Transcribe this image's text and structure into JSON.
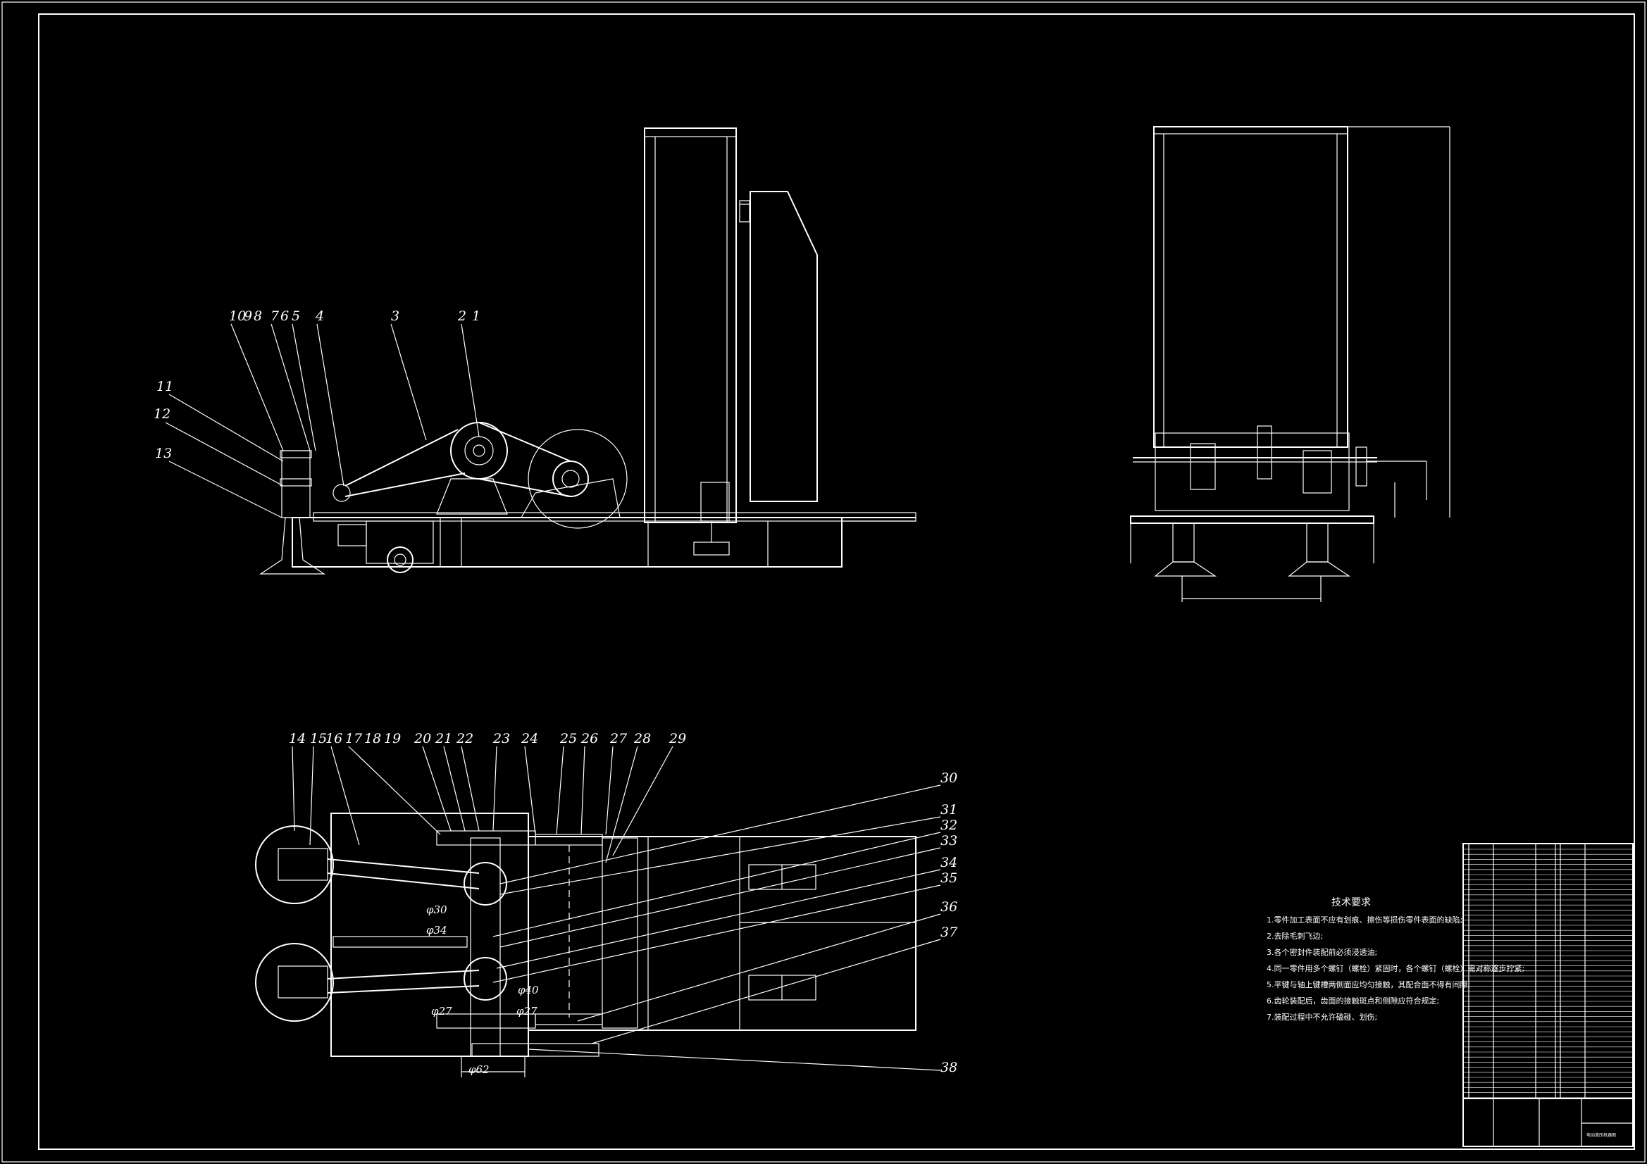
{
  "parts": {
    "side_view": [
      "10",
      "9",
      "8",
      "7",
      "6",
      "5",
      "4",
      "3",
      "2",
      "1",
      "11",
      "12",
      "13"
    ],
    "top_view": [
      "14",
      "15",
      "16",
      "17",
      "18",
      "19",
      "20",
      "21",
      "22",
      "23",
      "24",
      "25",
      "26",
      "27",
      "28",
      "29",
      "30",
      "31",
      "32",
      "33",
      "34",
      "35",
      "36",
      "37",
      "38"
    ]
  },
  "dimensions": {
    "d30": "φ30",
    "d34": "φ34",
    "d27a": "φ27",
    "d27b": "φ27",
    "d40": "φ40",
    "d62": "φ62"
  },
  "tech_requirements": {
    "title": "技术要求",
    "items": [
      "1.零件加工表面不应有划痕、擦伤等损伤零件表面的缺陷;",
      "2.去除毛刺飞边;",
      "3.各个密封件装配前必须浸透油;",
      "4.同一零件用多个螺钉（螺栓）紧固时，各个螺钉（螺栓）需对称逐步拧紧;",
      "5.平键与轴上键槽两侧面应均匀接触，其配合面不得有间隙;",
      "6.齿轮装配后，齿面的接触斑点和侧隙应符合规定;",
      "7.装配过程中不允许磕碰、划伤;"
    ]
  },
  "title_block": {
    "drawing_name": "电动液压机器图"
  }
}
